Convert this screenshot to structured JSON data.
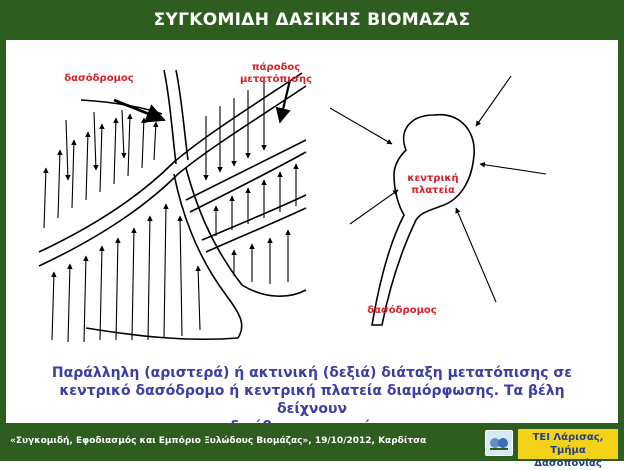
{
  "slide": {
    "title": "ΣΥΓΚΟΜΙΔΗ ΔΑΣΙΚΗΣ ΒΙΟΜΑΖΑΣ",
    "caption_lines": [
      "Παράλληλη (αριστερά) ή ακτινική (δεξιά) διάταξη μετατόπισης σε",
      "κεντρικό δασόδρομο ή κεντρική πλατεία διαμόρφωσης. Τα βέλη δείχνουν",
      "τη διεύθυνση μετατόπισης"
    ],
    "footer_text": "«Συγκομιδή, Εφοδιασμός και Εμπόριο Ξυλώδους Βιομάζας», 19/10/2012, Καρδίτσα",
    "institution_lines": [
      "ΤΕΙ Λάρισας,",
      "Τμήμα Δασοπονίας"
    ]
  },
  "diagram": {
    "left_labels": {
      "forest_road": "δασόδρομος",
      "skid_trail": [
        "πάροδος",
        "μετατόπισης"
      ]
    },
    "right_labels": {
      "landing": [
        "κεντρική",
        "πλατεία"
      ],
      "forest_road": "δασόδρομος"
    }
  },
  "colors": {
    "frame_green": "#2e5e1f",
    "label_red": "#d9202a",
    "caption_blue": "#3b3fa3",
    "institution_yellow": "#f5d21a"
  }
}
